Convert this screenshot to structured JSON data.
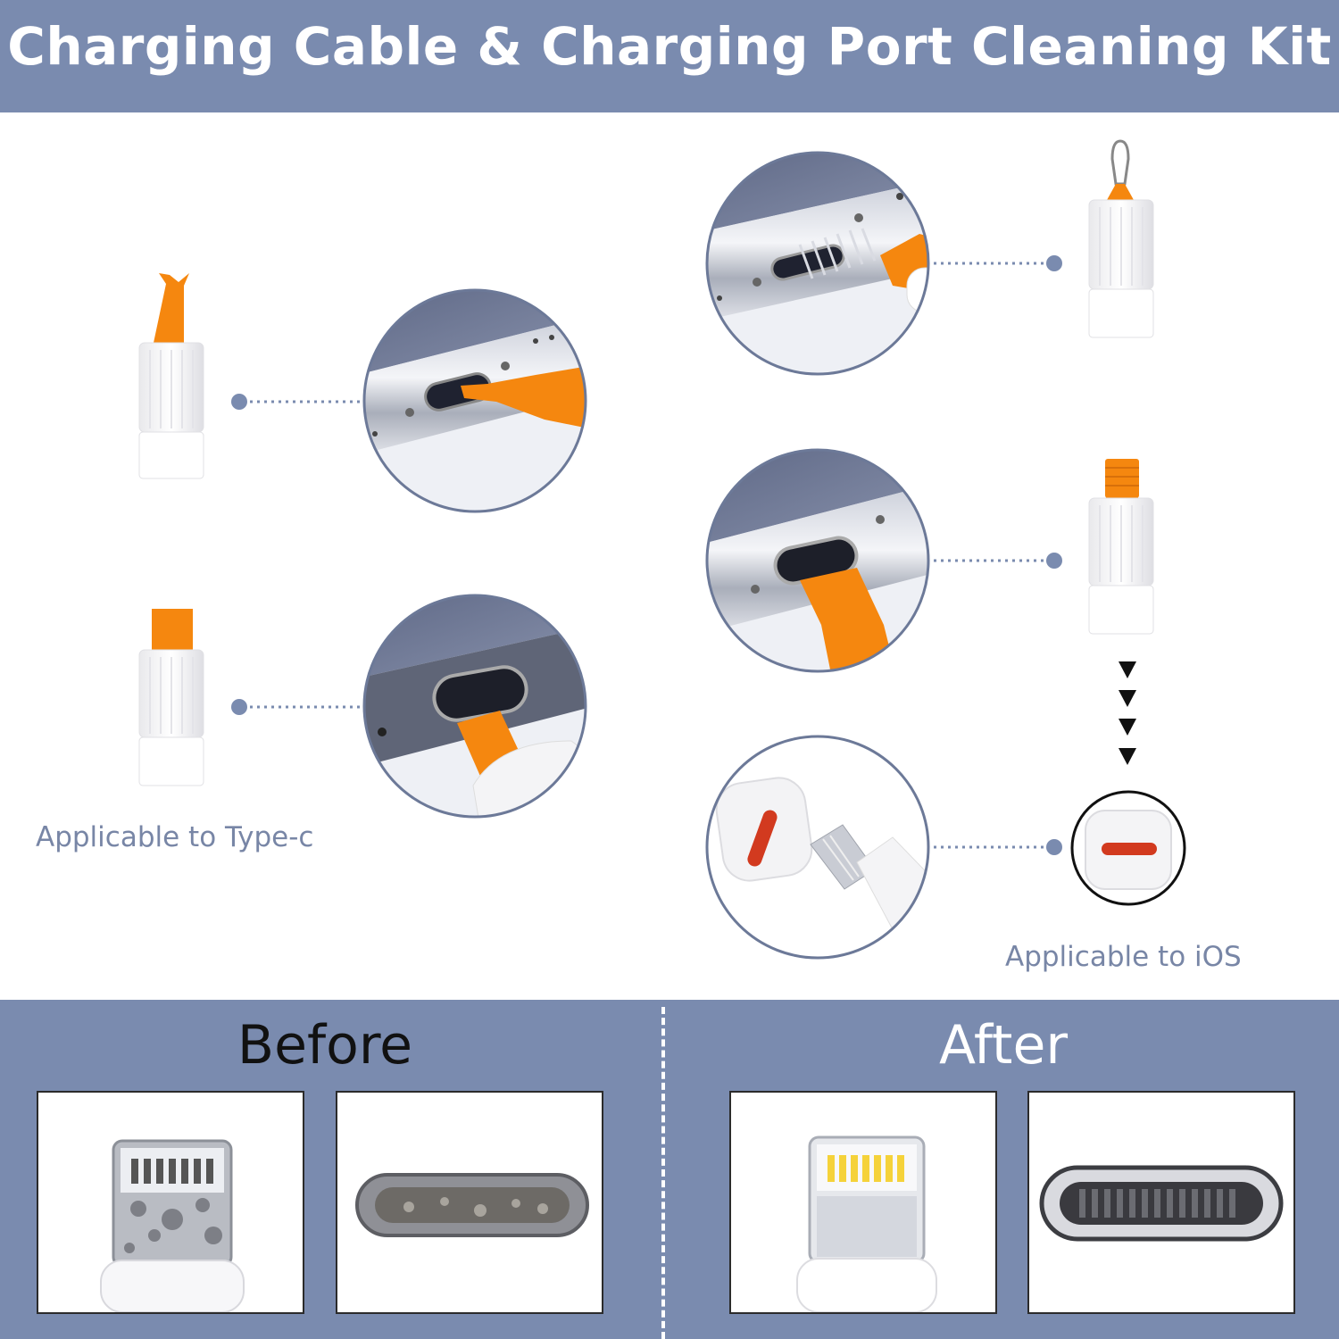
{
  "header": {
    "title": "Charging Cable & Charging Port Cleaning Kit"
  },
  "captions": {
    "type_c": "Applicable to Type-c",
    "ios": "Applicable to iOS"
  },
  "comparison": {
    "before_label": "Before",
    "after_label": "After"
  },
  "colors": {
    "banner": "#7a8baf",
    "accent": "#f5870f",
    "caption_text": "#7886a6",
    "connector_line": "#7a8baf"
  }
}
